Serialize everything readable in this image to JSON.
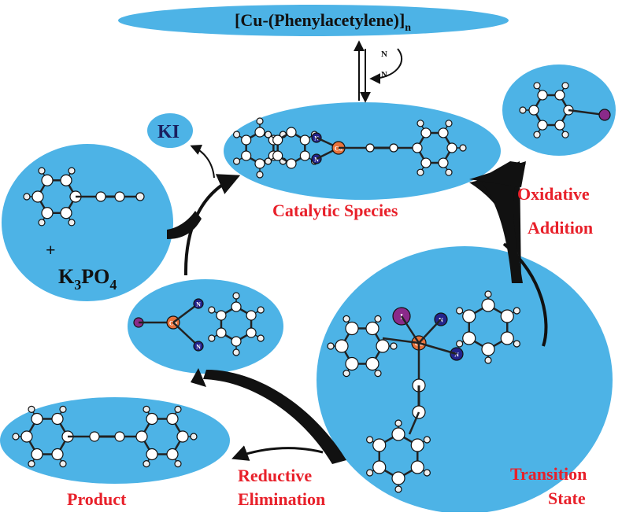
{
  "diagram": {
    "top_label": {
      "prefix": "[Cu-(Phenylacetylene)]",
      "subscript": "n"
    },
    "equilibrium_ligand": {
      "n1": "N",
      "n2": "N"
    },
    "byproduct": "KI",
    "base": {
      "plus": "+",
      "k": "K",
      "k_sub": "3",
      "po": "PO",
      "po_sub": "4"
    },
    "stages": {
      "catalytic_species": "Catalytic Species",
      "oxidative_addition": [
        "Oxidative",
        "Addition"
      ],
      "transition_state": [
        "Transition",
        "State"
      ],
      "reductive_elimination": [
        "Reductive",
        "Elimination"
      ],
      "product": "Product"
    },
    "atoms": {
      "copper": "Cu",
      "iodine": "I",
      "nitrogen": "N"
    },
    "colors": {
      "blob": "#4db3e6",
      "stage_label": "#e8202a",
      "carbon": "#ffffff",
      "nitrogen": "#23238c",
      "iodine": "#8a2a8a",
      "copper": "#e8733c",
      "arrow": "#111111"
    }
  }
}
